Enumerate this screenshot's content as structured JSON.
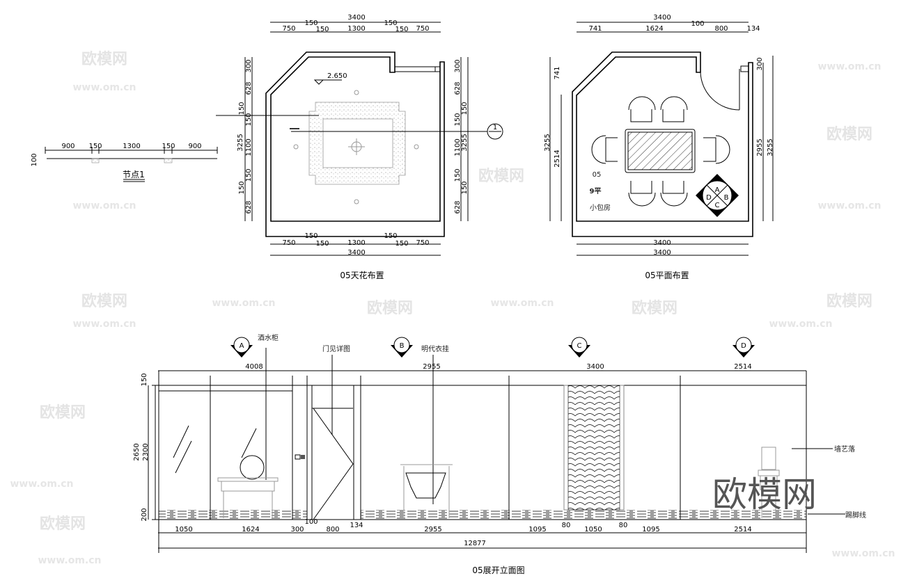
{
  "watermarks": {
    "brand": "欧模网",
    "url": "www.om.cn"
  },
  "node1": {
    "title": "节点1",
    "dims": [
      "900",
      "150",
      "1300",
      "150",
      "900"
    ],
    "height": "100"
  },
  "ceiling": {
    "title": "05天花布置",
    "level": "2.650",
    "section_marker": "1",
    "top_total": "3400",
    "top_dims": [
      "750",
      "150",
      "150",
      "1300",
      "150",
      "150",
      "750"
    ],
    "bottom_dims": [
      "750",
      "150",
      "150",
      "1300",
      "150",
      "150",
      "750"
    ],
    "bottom_total": "3400",
    "left_dims": [
      "300",
      "628",
      "150",
      "150",
      "1100",
      "150",
      "150",
      "628"
    ],
    "left_total": "3255",
    "right_dims": [
      "300",
      "628",
      "150",
      "150",
      "1100",
      "150",
      "150",
      "628"
    ],
    "right_total": "3255"
  },
  "floor": {
    "title": "05平面布置",
    "top_total": "3400",
    "top_dims": [
      "741",
      "1624",
      "100",
      "800",
      "134"
    ],
    "left_dims": [
      "741",
      "2514"
    ],
    "left_total": "3255",
    "right_dims": [
      "300",
      "2955"
    ],
    "right_total": "3255",
    "bottom_dims": [
      "3400",
      "3400"
    ],
    "room_number": "05",
    "room_area": "9平",
    "room_name": "小包房",
    "compass": [
      "A",
      "B",
      "C",
      "D"
    ]
  },
  "elevation": {
    "title": "05展开立面图",
    "markers": [
      "A",
      "B",
      "C",
      "D"
    ],
    "callouts": {
      "wine_cabinet": "酒水柜",
      "door_detail": "门见详图",
      "ming_hanger": "明代衣挂",
      "wall_art": "墙艺落",
      "skirting": "踢脚线"
    },
    "top_dims": [
      "4008",
      "2955",
      "3400",
      "2514"
    ],
    "left_dims": [
      "150",
      "2300",
      "200"
    ],
    "left_total": "2650",
    "bottom_dims": [
      "1050",
      "1624",
      "300",
      "100",
      "800",
      "134",
      "2955",
      "1095",
      "80",
      "1050",
      "80",
      "1095",
      "2514"
    ],
    "bottom_total": "12877"
  }
}
